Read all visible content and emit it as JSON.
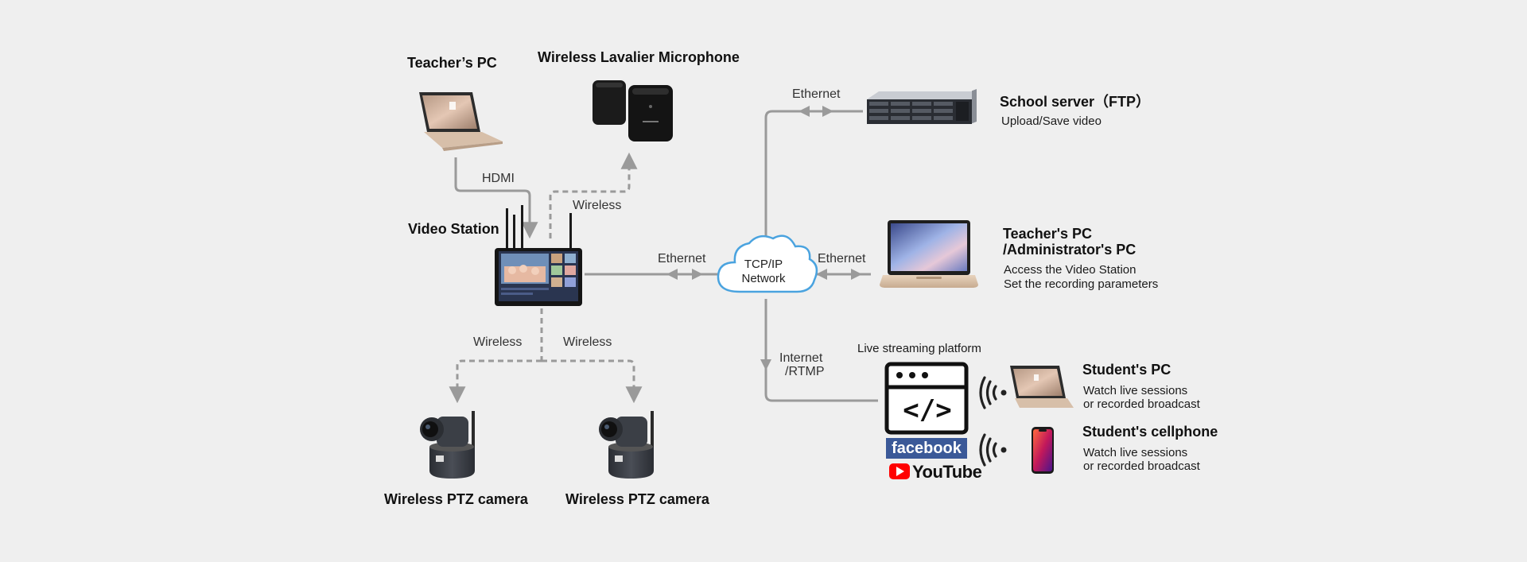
{
  "nodes": {
    "teacher_pc_top": "Teacher’s PC",
    "lavalier_mic": "Wireless Lavalier Microphone",
    "video_station": "Video Station",
    "ptz_camera_left": "Wireless PTZ camera",
    "ptz_camera_right": "Wireless PTZ camera",
    "school_server": {
      "title": "School server（FTP）",
      "desc": "Upload/Save video"
    },
    "admin_pc": {
      "title_line1": "Teacher's PC",
      "title_line2": "/Administrator's PC",
      "desc_line1": "Access the Video Station",
      "desc_line2": "Set the recording parameters"
    },
    "live_platform": {
      "title": "Live streaming platform",
      "code_symbol": "</>",
      "facebook": "facebook",
      "youtube": "YouTube"
    },
    "student_pc": {
      "title": "Student's PC",
      "desc_line1": "Watch live sessions",
      "desc_line2": "or recorded broadcast"
    },
    "student_phone": {
      "title": "Student's cellphone",
      "desc_line1": "Watch live sessions",
      "desc_line2": "or recorded broadcast"
    },
    "network": {
      "line1": "TCP/IP",
      "line2": "Network"
    }
  },
  "edges": {
    "hdmi": "HDMI",
    "wireless_mic": "Wireless",
    "wireless_cam_left": "Wireless",
    "wireless_cam_right": "Wireless",
    "ethernet_station": "Ethernet",
    "ethernet_server": "Ethernet",
    "ethernet_admin": "Ethernet",
    "internet_line1": "Internet",
    "internet_line2": "/RTMP"
  },
  "colors": {
    "background": "#efefef",
    "wire": "#9a9a9a",
    "facebook": "#3b5998",
    "youtube": "#ff0000"
  }
}
